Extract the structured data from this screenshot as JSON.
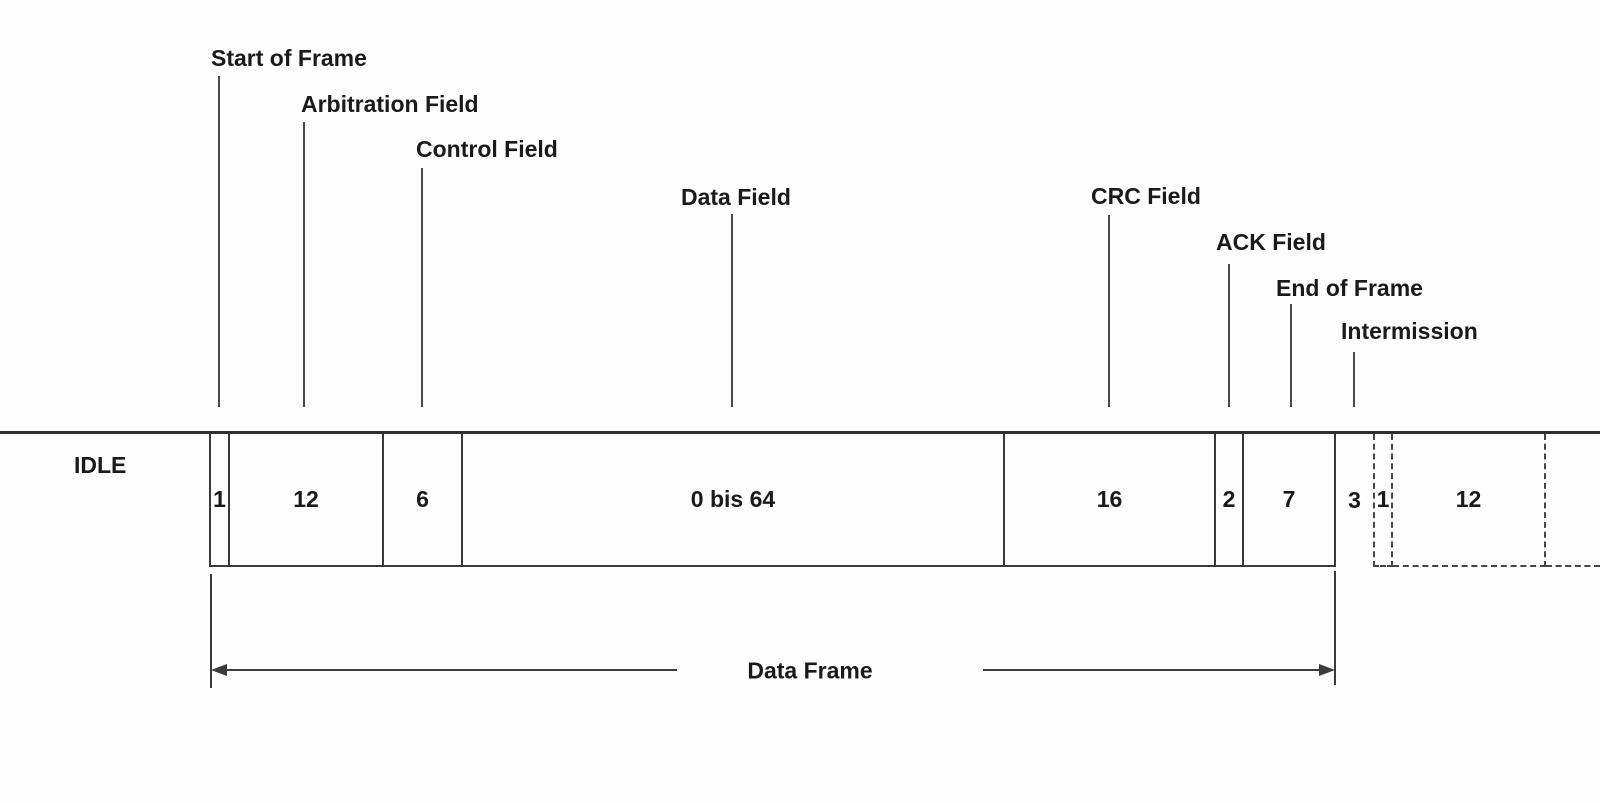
{
  "idle": {
    "label": "IDLE"
  },
  "labels": [
    {
      "text": "Start of Frame"
    },
    {
      "text": "Arbitration Field"
    },
    {
      "text": "Control Field"
    },
    {
      "text": "Data Field"
    },
    {
      "text": "CRC Field"
    },
    {
      "text": "ACK Field"
    },
    {
      "text": "End of Frame"
    },
    {
      "text": "Intermission"
    }
  ],
  "fields": [
    {
      "value": "1",
      "field": "Start of Frame",
      "style": "solid"
    },
    {
      "value": "12",
      "field": "Arbitration Field",
      "style": "solid"
    },
    {
      "value": "6",
      "field": "Control Field",
      "style": "solid"
    },
    {
      "value": "0 bis 64",
      "field": "Data Field",
      "style": "solid"
    },
    {
      "value": "16",
      "field": "CRC Field",
      "style": "solid"
    },
    {
      "value": "2",
      "field": "ACK Field",
      "style": "solid"
    },
    {
      "value": "7",
      "field": "End of Frame",
      "style": "solid"
    },
    {
      "value": "3",
      "field": "Intermission",
      "style": "gap"
    },
    {
      "value": "1",
      "field": "",
      "style": "dashed"
    },
    {
      "value": "12",
      "field": "",
      "style": "dashed"
    }
  ],
  "measurement": {
    "label": "Data Frame"
  },
  "colors": {
    "background": "#fdfdfd",
    "line": "#383838",
    "bus_line": "#2f2f2f",
    "text": "#1a1a1a"
  }
}
